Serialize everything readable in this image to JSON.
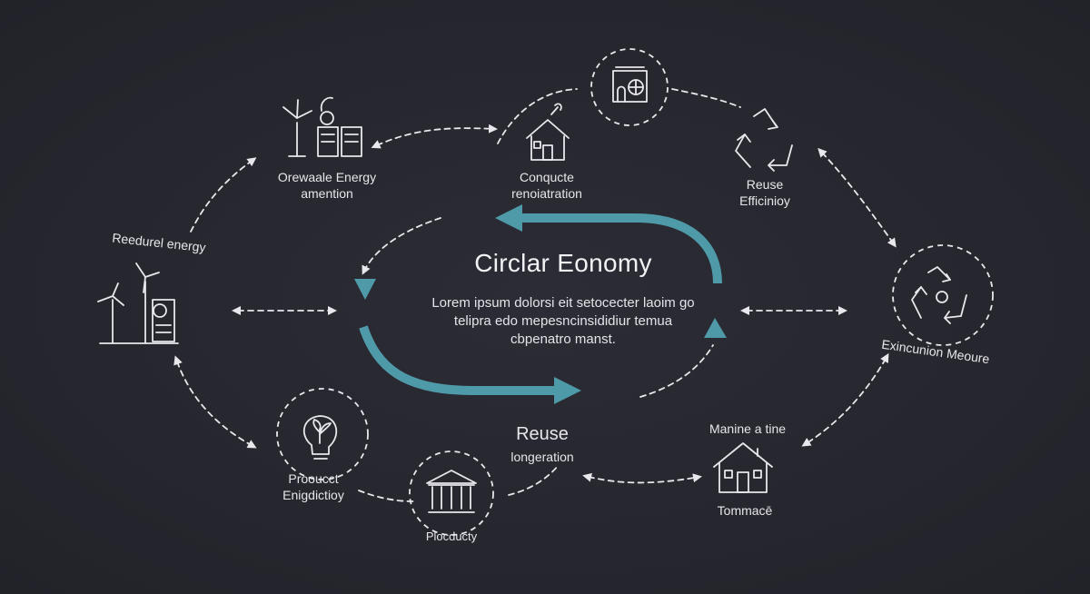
{
  "diagram": {
    "title": "Circlar Eonomy",
    "body_lines": [
      "Lorem ipsum dolorsi eit setocecter laoim go",
      "telipra edo mepesncinsididiur temua",
      "cbpenatro manst."
    ],
    "accent_color": "#4f9aa8",
    "line_color": "#e8e8ec",
    "background_color": "#26262e"
  },
  "nodes": {
    "renewable_energy": {
      "line1": "Orewaale Energy",
      "line2": "amention",
      "icon": "wind-turbine-solar-panel-icon"
    },
    "construction": {
      "line1": "Conqucte",
      "line2": "renoiatration",
      "icon": "house-tools-icon"
    },
    "top_center": {
      "icon": "storage-container-icon"
    },
    "reuse_efficiency": {
      "line1": "Reuse",
      "line2": "Efficinioy",
      "icon": "recycle-icon"
    },
    "left_energy": {
      "label": "Reedurel energy",
      "icon": "wind-turbines-icon"
    },
    "extension_measure": {
      "label": "Exincunion Meoure",
      "icon": "recycle-circle-icon"
    },
    "product_efficiency": {
      "line1": "Prooucct",
      "line2": "Enigdictioy",
      "icon": "lightbulb-leaf-icon"
    },
    "productivity": {
      "label": "Plocducty",
      "icon": "bank-building-icon"
    },
    "reuse": {
      "line1": "Reuse",
      "line2": "longeration"
    },
    "maintain": {
      "label": "Manine a tine",
      "icon": "house-icon"
    },
    "tommace": {
      "label": "Tommacē"
    }
  }
}
